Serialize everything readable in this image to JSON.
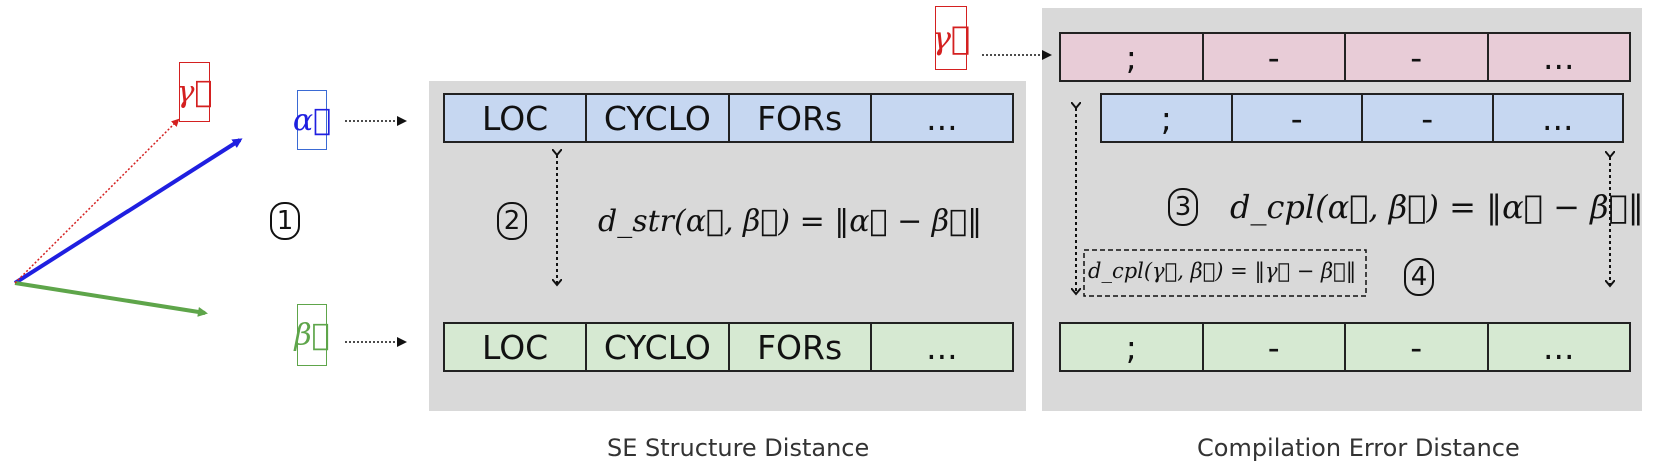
{
  "vectors": {
    "gamma": "γ⃗",
    "alpha": "α⃗",
    "beta": "β⃗"
  },
  "structure_row": [
    "LOC",
    "CYCLO",
    "FORs",
    "..."
  ],
  "compilation_row": [
    ";",
    "-",
    "-",
    "..."
  ],
  "steps": [
    "1",
    "2",
    "3",
    "4"
  ],
  "formulas": {
    "d_str": "d_str(α⃗, β⃗) = ‖α⃗ − β⃗‖",
    "d_cpl_alpha_beta": "d_cpl(α⃗, β⃗) = ‖α⃗ − β⃗‖",
    "d_cpl_gamma_beta": "d_cpl(γ⃗, β⃗) = ‖γ⃗ − β⃗‖"
  },
  "captions": {
    "left": "SE Structure Distance",
    "right": "Compilation Error Distance"
  },
  "colors": {
    "alpha": "#1f1fe0",
    "beta": "#5ea54a",
    "gamma": "#d42020",
    "panel": "#d9d9d9"
  }
}
